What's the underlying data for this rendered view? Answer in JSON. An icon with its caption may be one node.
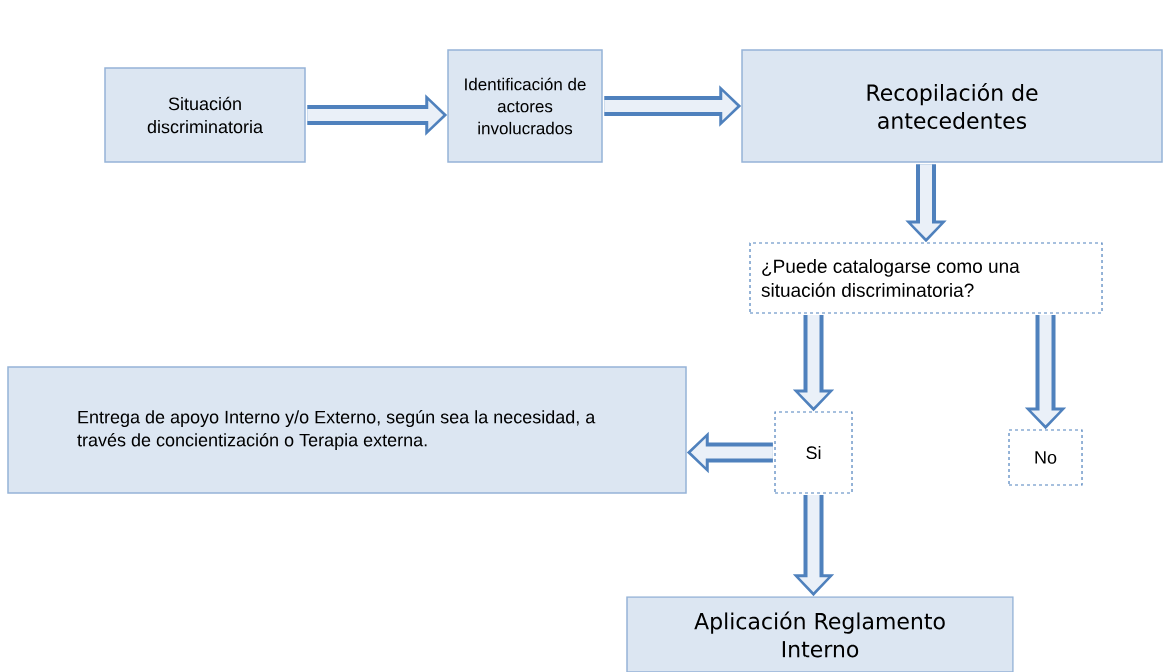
{
  "diagram": {
    "nodes": [
      {
        "text": [
          "Situación discriminatoria"
        ]
      },
      {
        "text": [
          "Identificación de actores involucrados"
        ]
      },
      {
        "text": [
          "Recopilación de antecedentes"
        ]
      },
      {
        "text": [
          "¿Puede catalogarse como una situación discriminatoria?"
        ]
      },
      {
        "text": [
          "Entrega de apoyo Interno y/o Externo, según sea la necesidad, a través de concientización o Terapia externa."
        ]
      },
      {
        "text": [
          "Si"
        ]
      },
      {
        "text": [
          "No"
        ]
      },
      {
        "text": [
          "Aplicación Reglamento Interno"
        ]
      }
    ],
    "edges": [
      {
        "from": 0,
        "to": 1,
        "arrow": "to"
      },
      {
        "from": 1,
        "to": 2,
        "arrow": "to"
      },
      {
        "from": 2,
        "to": 3,
        "arrow": "to"
      },
      {
        "from": 3,
        "to": 5,
        "arrow": "to"
      },
      {
        "from": 3,
        "to": 6,
        "arrow": "to"
      },
      {
        "from": 5,
        "to": 4,
        "arrow": "to"
      },
      {
        "from": 5,
        "to": 7,
        "arrow": "to"
      }
    ]
  }
}
